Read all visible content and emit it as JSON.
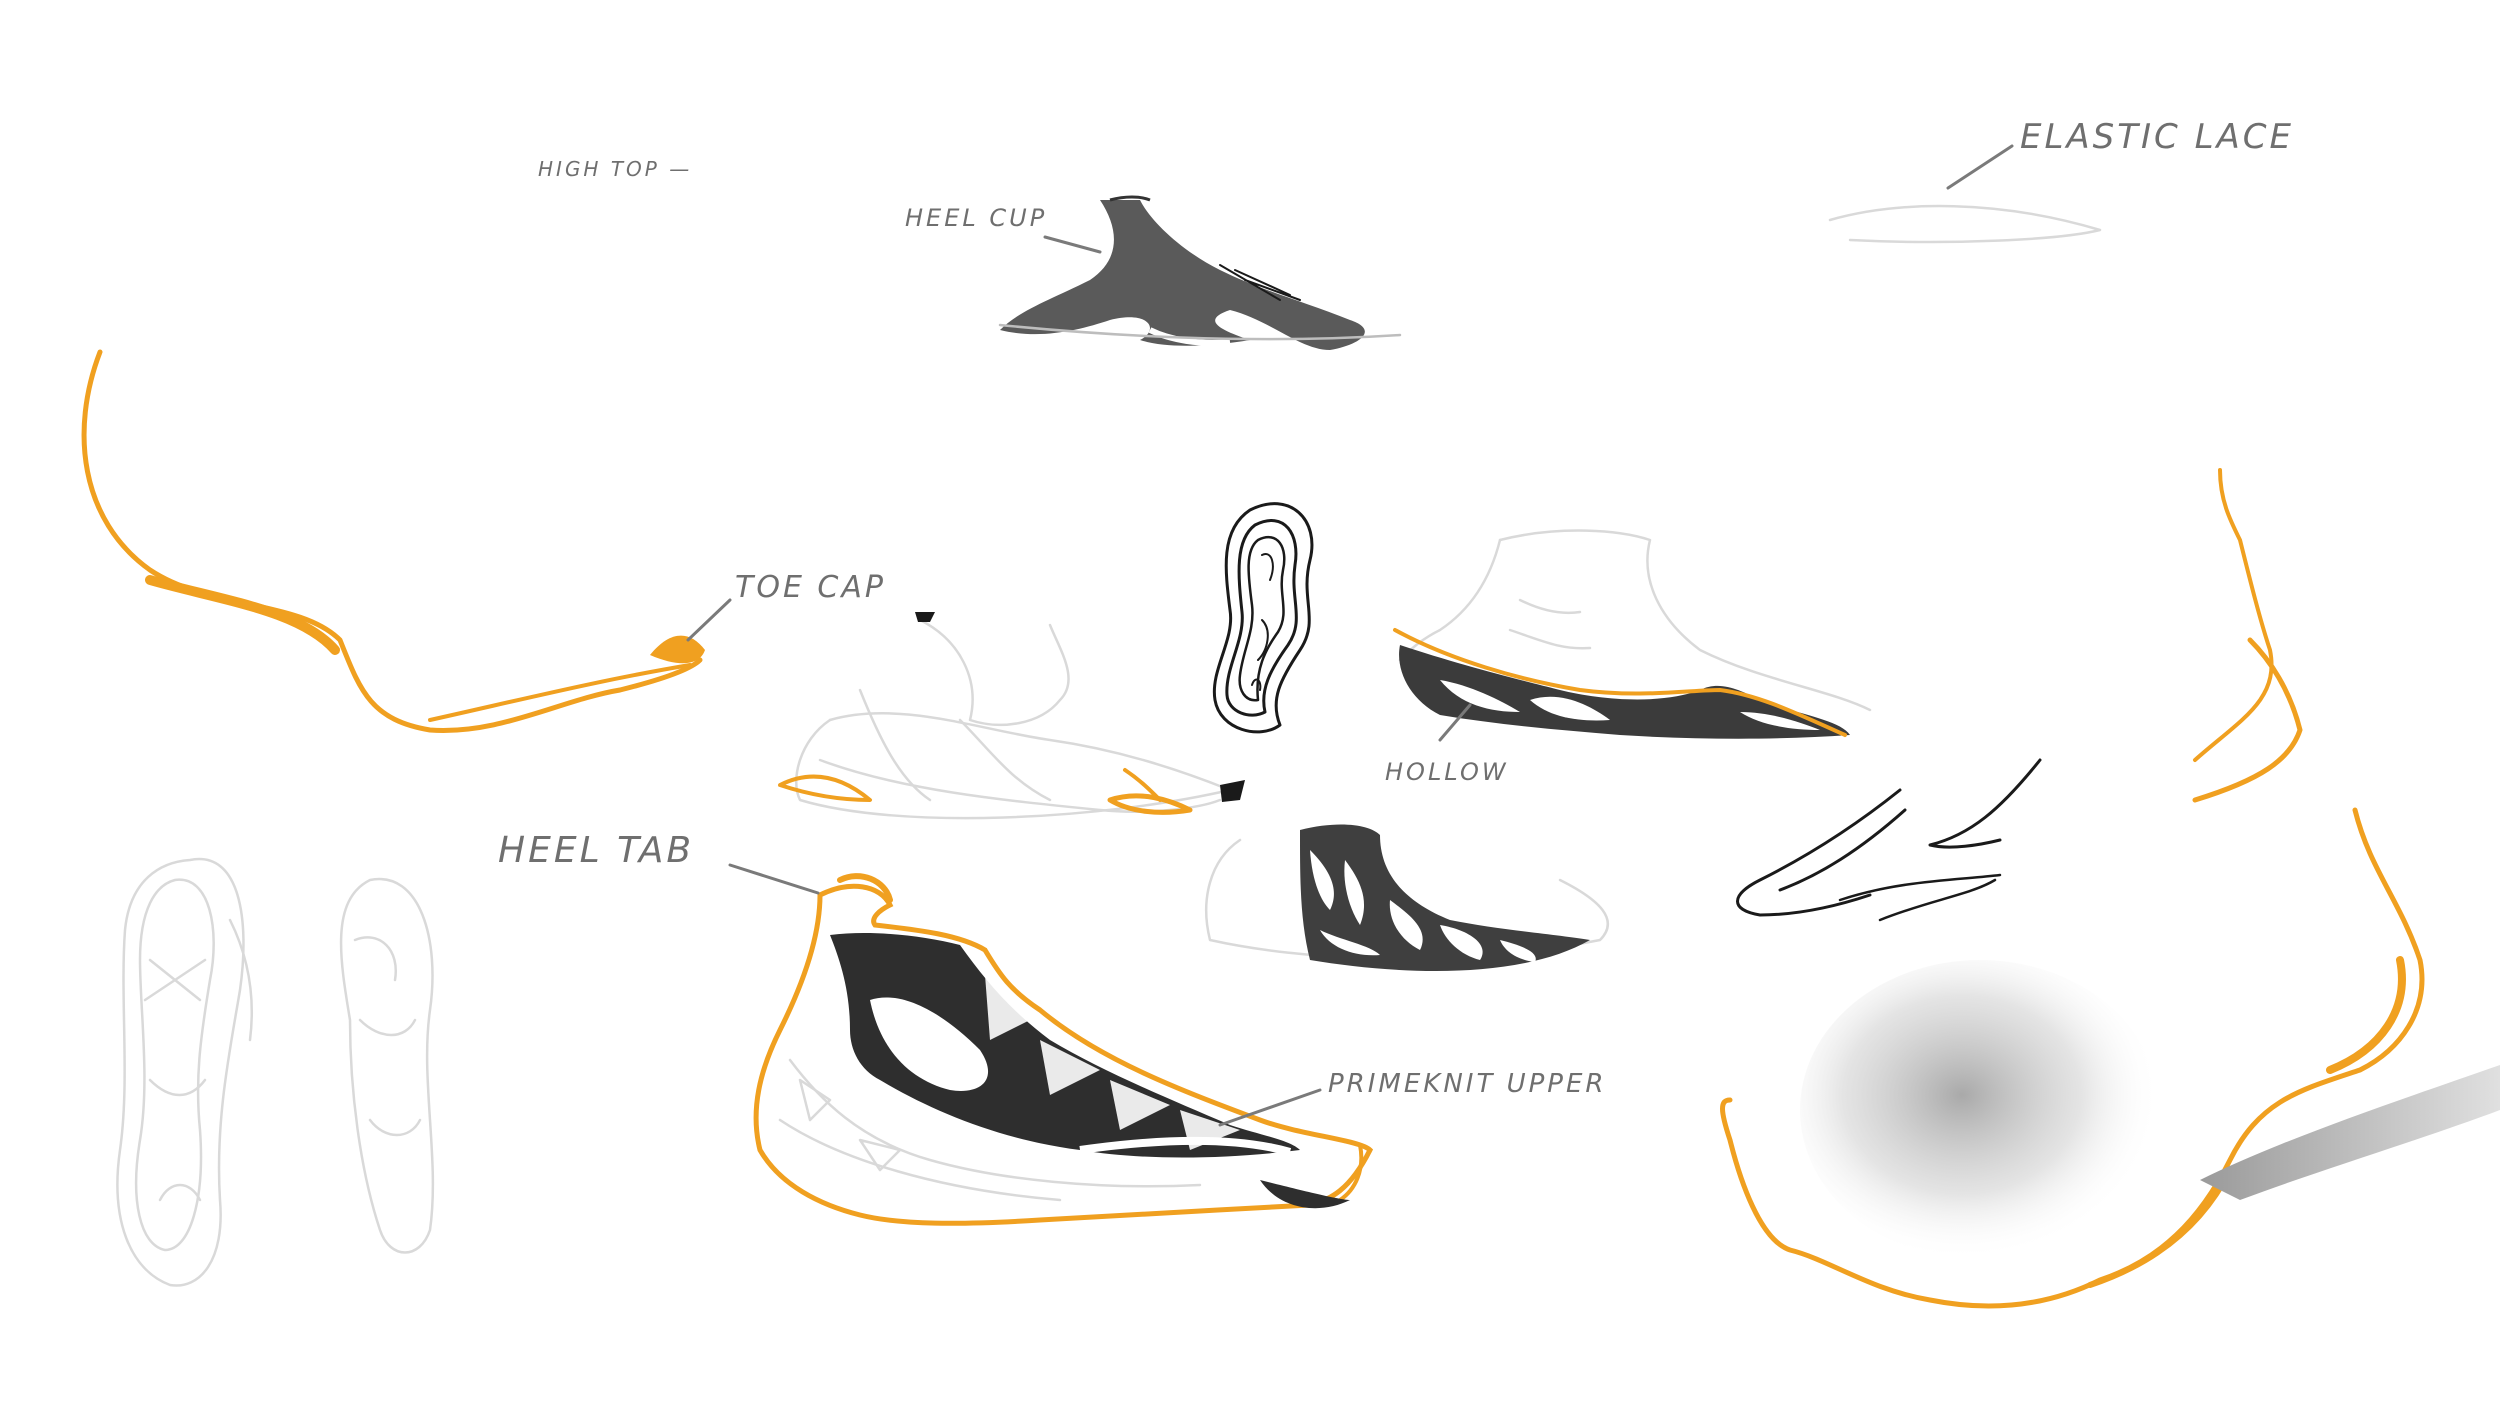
{
  "labels": {
    "high_top": "HIGH TOP —",
    "heel_cup": "HEEL CUP",
    "elastic_lace": "ELASTIC LACE",
    "toe_cap": "TOE CAP",
    "hollow": "HOLLOW",
    "heel_tab": "HEEL TAB",
    "primeknit_upper": "PRIMEKNIT UPPER"
  },
  "colors": {
    "accent": "#f0a020",
    "ink": "#4a4a4a",
    "dark": "#2b2b2b",
    "pencil": "#d9d9d9",
    "label": "#6f6f6f",
    "background": "#ffffff"
  }
}
